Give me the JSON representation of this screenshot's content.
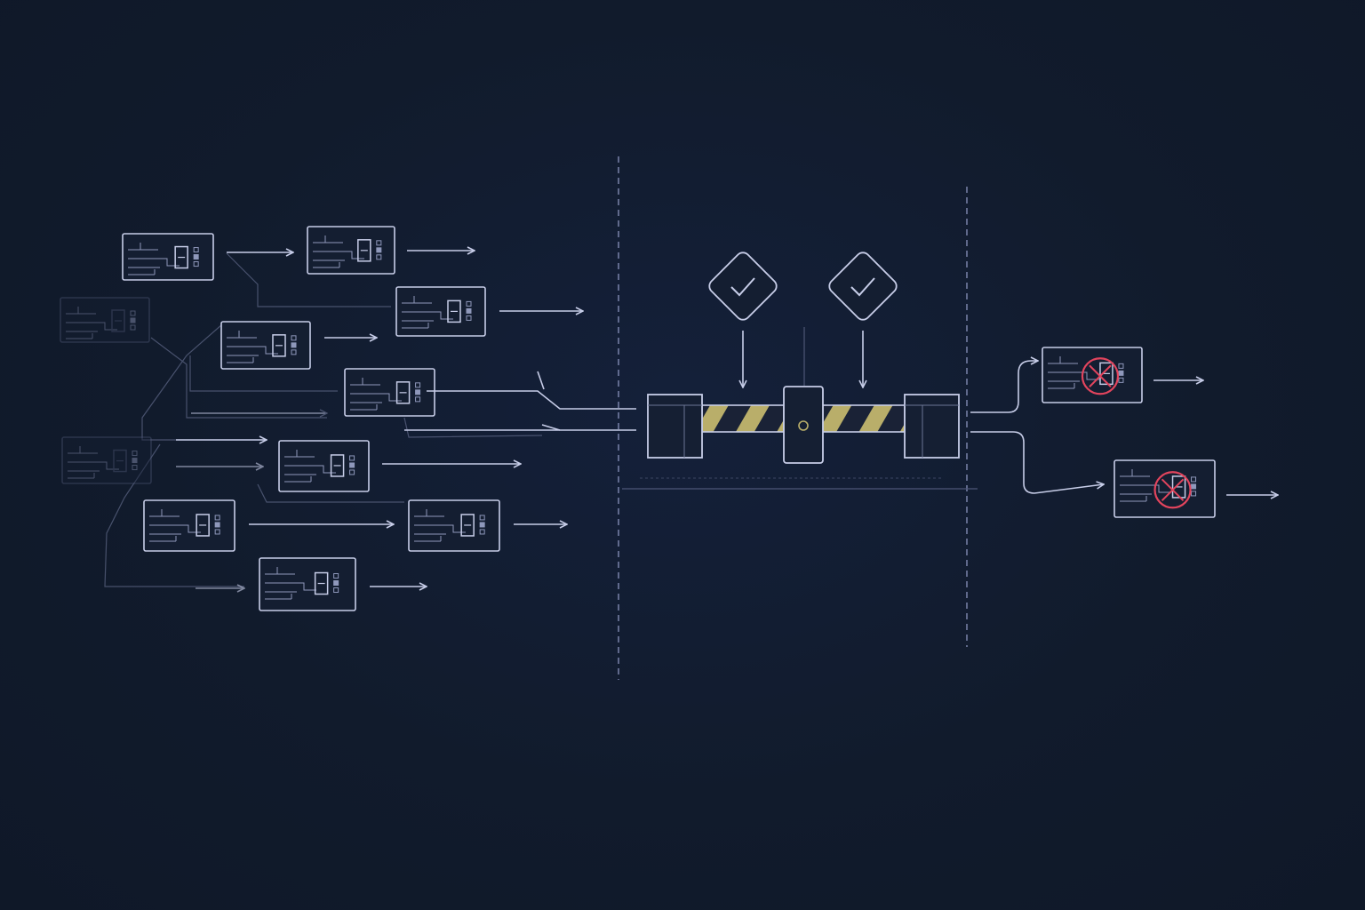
{
  "colors": {
    "background": "#111b2c",
    "line": "#c7cde8",
    "line_dim": "#6c7594",
    "zone_border": "#8a93bd",
    "hazard_yellow": "#b9ae6a",
    "reject_red": "#e2445d"
  },
  "diagram": {
    "zones": [
      {
        "name": "incoming-zone"
      },
      {
        "name": "gate-zone"
      },
      {
        "name": "output-zone"
      }
    ],
    "incoming_cards": 12,
    "faded_cards": 2,
    "check_icons": [
      "check-icon",
      "check-icon"
    ],
    "gate": {
      "icon": "barrier-gate-icon",
      "stripe_color": "#b9ae6a"
    },
    "rejected_outputs": [
      {
        "icon": "cancel-icon"
      },
      {
        "icon": "cancel-icon"
      }
    ]
  }
}
